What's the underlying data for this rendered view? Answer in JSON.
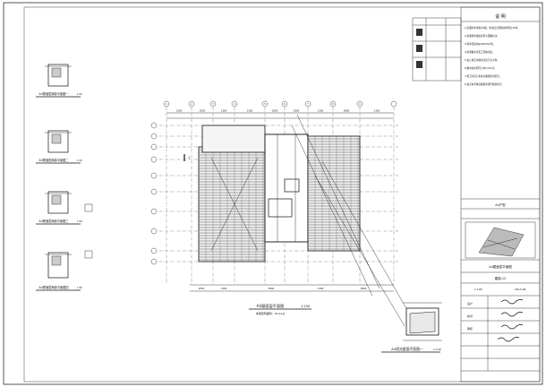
{
  "sheet": {
    "main_plan_title": "A4屋面层平面图",
    "main_plan_scale": "1:100",
    "main_plan_sub": "本层建筑面积：92.21㎡",
    "sections_label": "1",
    "detail_title": "A4阳光屋面平面图一",
    "detail_scale": "1:100",
    "small_details": [
      {
        "title": "A4屋面层局部平面图一",
        "scale": "1:50"
      },
      {
        "title": "A4屋面层局部平面图二",
        "scale": "1:50"
      },
      {
        "title": "A4屋面层局部平面图三",
        "scale": "1:50"
      },
      {
        "title": "A4屋面层局部平面图四",
        "scale": "1:50"
      }
    ],
    "top_dims": [
      "1200",
      "2050",
      "1300",
      "3100",
      "1800",
      "1800",
      "1200",
      "3800",
      "1300"
    ],
    "bottom_dims": [
      "2050",
      "1300",
      "5600",
      "3100",
      "4800"
    ],
    "grid_marks_top": [
      "1",
      "2",
      "3",
      "4",
      "5",
      "6",
      "7",
      "8",
      "9"
    ],
    "notes_header": "说 明",
    "notes_lines": [
      "1.屋面防水等级为II级，防水层合理使用年限为15年。",
      "2.屋面排水坡度详见平面图标注。",
      "3.雨水管采用φ100UPVC管。",
      "4.屋面做法详见工程做法表。",
      "5.女儿墙泛水做法详见节点大样。",
      "6.图中未注明尺寸均以mm计。",
      "7.施工时应与各专业图纸密切配合。",
      "8.其它未尽事宜按国家现行规范执行。"
    ],
    "title_block": {
      "project": "A4户型",
      "drawing": "A4屋面层平面图",
      "sheet_no": "建施-12",
      "scale": "1:100",
      "date": "2013.06",
      "designer": "设计",
      "checker": "校对",
      "approver": "审核"
    }
  }
}
